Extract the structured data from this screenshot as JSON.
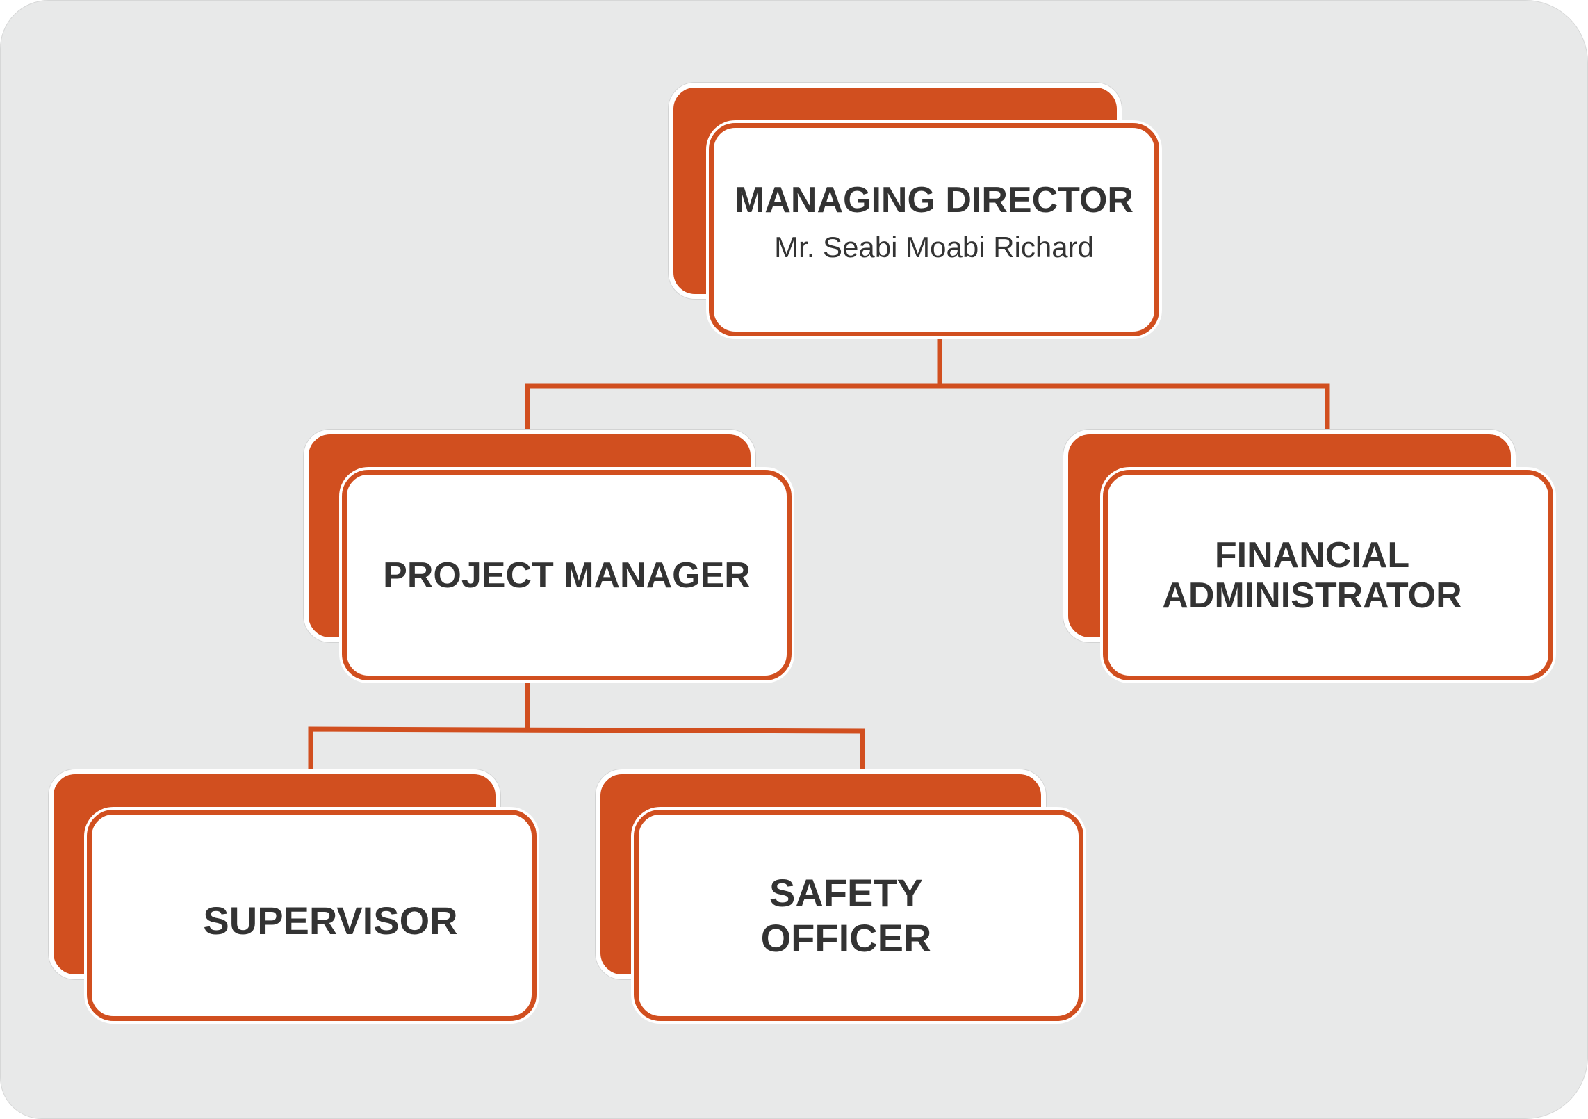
{
  "org_chart": {
    "title_lines": [
      "MANAGING DIRECTOR"
    ],
    "name": "Mr. Seabi Moabi Richard",
    "children": [
      {
        "title_lines": [
          "PROJECT MANAGER"
        ],
        "children": [
          {
            "title_lines": [
              "SUPERVISOR"
            ]
          },
          {
            "title_lines": [
              "SAFETY",
              "OFFICER"
            ]
          }
        ]
      },
      {
        "title_lines": [
          "FINANCIAL",
          "ADMINISTRATOR"
        ]
      }
    ]
  },
  "colors": {
    "accent": "#d14f1f",
    "panel": "#e8e9e9",
    "text": "#333333",
    "card": "#ffffff"
  }
}
